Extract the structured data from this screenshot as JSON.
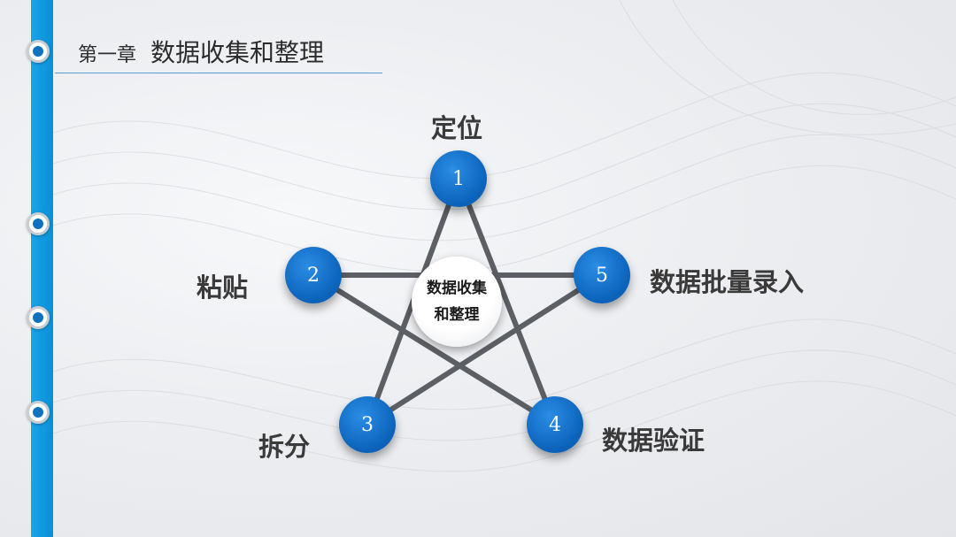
{
  "header": {
    "chapter": "第一章",
    "title": "数据收集和整理"
  },
  "diagram": {
    "center": {
      "line1": "数据收集",
      "line2": "和整理"
    },
    "nodes": [
      {
        "number": "1",
        "label": "定位"
      },
      {
        "number": "2",
        "label": "粘贴"
      },
      {
        "number": "3",
        "label": "拆分"
      },
      {
        "number": "4",
        "label": "数据验证"
      },
      {
        "number": "5",
        "label": "数据批量录入"
      }
    ]
  },
  "colors": {
    "accent_bar": "#0a8fd6",
    "node_fill": "#0b62b8",
    "star_lines": "#5c5f63"
  }
}
